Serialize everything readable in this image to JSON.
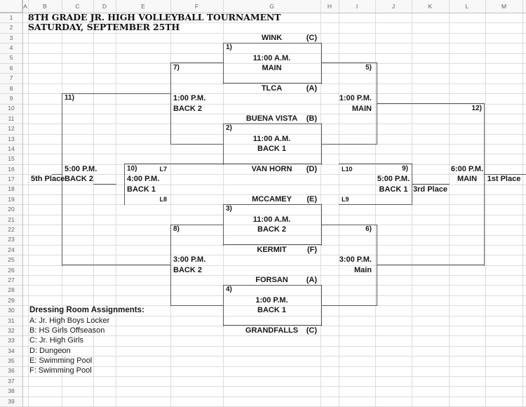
{
  "sheet": {
    "column_labels": [
      "A",
      "B",
      "C",
      "D",
      "E",
      "F",
      "G",
      "H",
      "I",
      "J",
      "K",
      "L",
      "M"
    ],
    "row_count": 39
  },
  "titles": {
    "line1": "8TH GRADE JR. HIGH VOLLEYBALL TOURNAMENT",
    "line2": "SATURDAY, SEPTEMBER 25TH"
  },
  "bracket": {
    "cells": [
      {
        "name": "team-wink",
        "col": "G",
        "row": 3,
        "text": "WINK",
        "align": "center"
      },
      {
        "name": "seed-wink",
        "col": "G",
        "row": 3,
        "text": "(C)",
        "align": "right"
      },
      {
        "name": "game1-num",
        "col": "G",
        "row": 4,
        "text": "1)",
        "align": "left",
        "cls": "gnum"
      },
      {
        "name": "game1-time",
        "col": "G",
        "row": 5,
        "text": "11:00 A.M.",
        "align": "center"
      },
      {
        "name": "game1-court",
        "col": "G",
        "row": 6,
        "text": "MAIN",
        "align": "center"
      },
      {
        "name": "game7-num",
        "col": "F",
        "row": 6,
        "text": "7)",
        "align": "left",
        "cls": "gnum"
      },
      {
        "name": "game5-num",
        "col": "I",
        "row": 6,
        "text": "5)",
        "align": "right",
        "cls": "gnum"
      },
      {
        "name": "team-tlca",
        "col": "G",
        "row": 8,
        "text": "TLCA",
        "align": "center"
      },
      {
        "name": "seed-tlca",
        "col": "G",
        "row": 8,
        "text": "(A)",
        "align": "right"
      },
      {
        "name": "game11-num",
        "col": "C",
        "row": 9,
        "text": "11)",
        "align": "left",
        "cls": "gnum"
      },
      {
        "name": "game7-time",
        "col": "F",
        "row": 9,
        "text": "1:00 P.M.",
        "align": "left"
      },
      {
        "name": "game5-time",
        "col": "I",
        "row": 9,
        "text": "1:00 P.M.",
        "align": "right"
      },
      {
        "name": "game7-court",
        "col": "F",
        "row": 10,
        "text": "BACK 2",
        "align": "left"
      },
      {
        "name": "game5-court",
        "col": "I",
        "row": 10,
        "text": "MAIN",
        "align": "right"
      },
      {
        "name": "game12-num",
        "col": "L",
        "row": 10,
        "text": "12)",
        "align": "right",
        "cls": "gnum"
      },
      {
        "name": "team-buena-vista",
        "col": "G",
        "row": 11,
        "text": "BUENA VISTA",
        "align": "center"
      },
      {
        "name": "seed-buena-vista",
        "col": "G",
        "row": 11,
        "text": "(B)",
        "align": "right"
      },
      {
        "name": "game2-num",
        "col": "G",
        "row": 12,
        "text": "2)",
        "align": "left",
        "cls": "gnum"
      },
      {
        "name": "game2-time",
        "col": "G",
        "row": 13,
        "text": "11:00 A.M.",
        "align": "center"
      },
      {
        "name": "game2-court",
        "col": "G",
        "row": 14,
        "text": "BACK 1",
        "align": "center"
      },
      {
        "name": "game11-time",
        "col": "C",
        "row": 16,
        "text": "5:00 P.M.",
        "align": "left"
      },
      {
        "name": "game10-num",
        "col": "E",
        "row": 16,
        "text": "10)",
        "align": "left",
        "cls": "gnum"
      },
      {
        "name": "game10-loser7",
        "col": "E",
        "row": 16,
        "text": "L7",
        "align": "right",
        "cls": "lref"
      },
      {
        "name": "team-van-horn",
        "col": "G",
        "row": 16,
        "text": "VAN HORN",
        "align": "center"
      },
      {
        "name": "seed-van-horn",
        "col": "G",
        "row": 16,
        "text": "(D)",
        "align": "right"
      },
      {
        "name": "game9-loser10",
        "col": "I",
        "row": 16,
        "text": "L10",
        "align": "left",
        "cls": "lref"
      },
      {
        "name": "game9-num",
        "col": "J",
        "row": 16,
        "text": "9)",
        "align": "right",
        "cls": "gnum"
      },
      {
        "name": "game12-time",
        "col": "L",
        "row": 16,
        "text": "6:00 P.M.",
        "align": "center"
      },
      {
        "name": "place-5th",
        "col": "B",
        "row": 17,
        "text": "5th Place",
        "align": "left"
      },
      {
        "name": "game11-court",
        "col": "C",
        "row": 17,
        "text": "BACK 2",
        "align": "left"
      },
      {
        "name": "game10-time",
        "col": "E",
        "row": 17,
        "text": "4:00 P.M.",
        "align": "left"
      },
      {
        "name": "game9-time",
        "col": "J",
        "row": 17,
        "text": "5:00 P.M.",
        "align": "center"
      },
      {
        "name": "game12-court",
        "col": "L",
        "row": 17,
        "text": "MAIN",
        "align": "center"
      },
      {
        "name": "place-1st",
        "col": "M",
        "row": 17,
        "text": "1st Place",
        "align": "center"
      },
      {
        "name": "game10-court",
        "col": "E",
        "row": 18,
        "text": "BACK 1",
        "align": "left"
      },
      {
        "name": "game9-court",
        "col": "J",
        "row": 18,
        "text": "BACK 1",
        "align": "center"
      },
      {
        "name": "place-3rd",
        "col": "K",
        "row": 18,
        "text": "3rd Place",
        "align": "center"
      },
      {
        "name": "team-mccamey",
        "col": "G",
        "row": 19,
        "text": "MCCAMEY",
        "align": "center"
      },
      {
        "name": "seed-mccamey",
        "col": "G",
        "row": 19,
        "text": "(E)",
        "align": "right"
      },
      {
        "name": "game10-loser8",
        "col": "E",
        "row": 19,
        "text": "L8",
        "align": "right",
        "cls": "lref"
      },
      {
        "name": "game9-loser9",
        "col": "I",
        "row": 19,
        "text": "L9",
        "align": "left",
        "cls": "lref"
      },
      {
        "name": "game3-num",
        "col": "G",
        "row": 20,
        "text": "3)",
        "align": "left",
        "cls": "gnum"
      },
      {
        "name": "game3-time",
        "col": "G",
        "row": 21,
        "text": "11:00 A.M.",
        "align": "center"
      },
      {
        "name": "game3-court",
        "col": "G",
        "row": 22,
        "text": "BACK 2",
        "align": "center"
      },
      {
        "name": "game8-num",
        "col": "F",
        "row": 22,
        "text": "8)",
        "align": "left",
        "cls": "gnum"
      },
      {
        "name": "game6-num",
        "col": "I",
        "row": 22,
        "text": "6)",
        "align": "right",
        "cls": "gnum"
      },
      {
        "name": "team-kermit",
        "col": "G",
        "row": 24,
        "text": "KERMIT",
        "align": "center"
      },
      {
        "name": "seed-kermit",
        "col": "G",
        "row": 24,
        "text": "(F)",
        "align": "right"
      },
      {
        "name": "game8-time",
        "col": "F",
        "row": 25,
        "text": "3:00 P.M.",
        "align": "left"
      },
      {
        "name": "game6-time",
        "col": "I",
        "row": 25,
        "text": "3:00 P.M.",
        "align": "right"
      },
      {
        "name": "game8-court",
        "col": "F",
        "row": 26,
        "text": "BACK 2",
        "align": "left"
      },
      {
        "name": "game6-court",
        "col": "I",
        "row": 26,
        "text": "Main",
        "align": "right"
      },
      {
        "name": "team-forsan",
        "col": "G",
        "row": 27,
        "text": "FORSAN",
        "align": "center"
      },
      {
        "name": "seed-forsan",
        "col": "G",
        "row": 27,
        "text": "(A)",
        "align": "right"
      },
      {
        "name": "game4-num",
        "col": "G",
        "row": 28,
        "text": "4)",
        "align": "left",
        "cls": "gnum"
      },
      {
        "name": "game4-time",
        "col": "G",
        "row": 29,
        "text": "1:00 P.M.",
        "align": "center"
      },
      {
        "name": "game4-court",
        "col": "G",
        "row": 30,
        "text": "BACK 1",
        "align": "center"
      },
      {
        "name": "team-grandfalls",
        "col": "G",
        "row": 32,
        "text": "GRANDFALLS",
        "align": "center"
      },
      {
        "name": "seed-grandfalls",
        "col": "G",
        "row": 32,
        "text": "(C)",
        "align": "right"
      }
    ]
  },
  "dressing_rooms": {
    "header": "Dressing Room Assignments:",
    "items": [
      "A: Jr. High Boys Locker",
      "B: HS Girls Offseason",
      "C: Jr. High Girls",
      "D: Dungeon",
      "E: Swimming Pool",
      "F: Swimming Pool"
    ]
  },
  "colors": {
    "grid_line": "#dcdcdc",
    "bracket_line": "#5a5a5a",
    "header_bg": "#f8f8f8",
    "text": "#151515"
  }
}
